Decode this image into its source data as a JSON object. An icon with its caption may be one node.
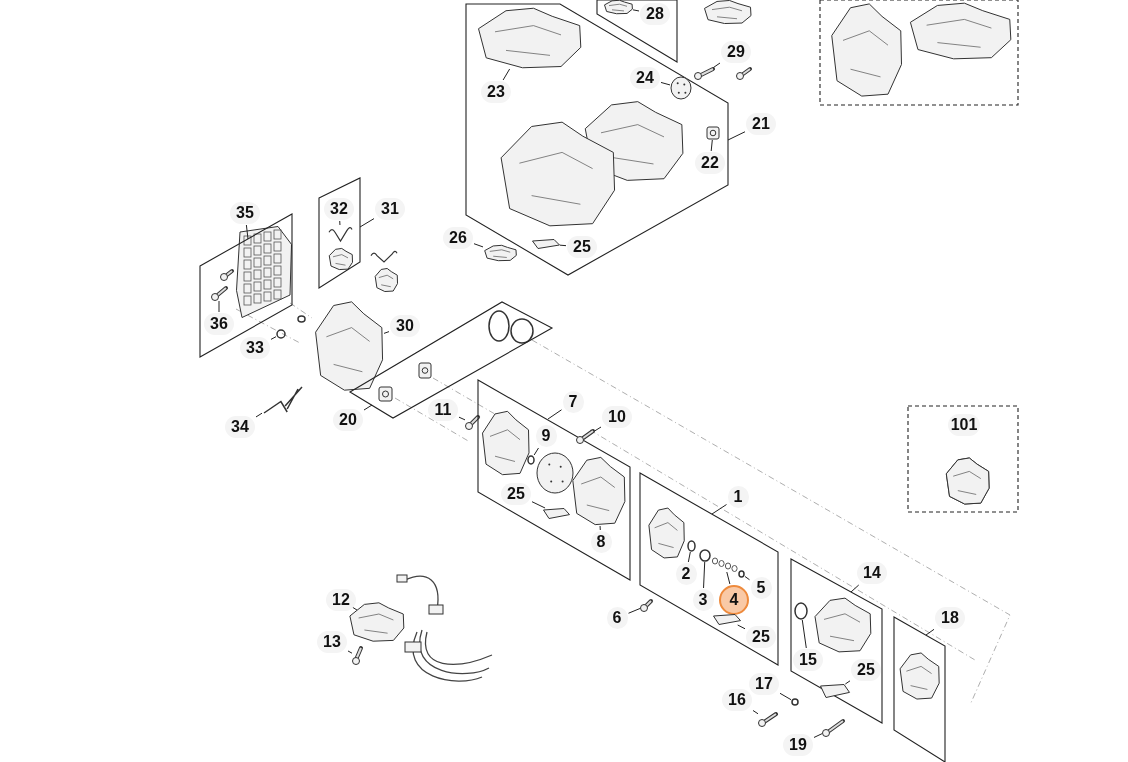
{
  "diagram": {
    "nodes": [
      {
        "text": [],
        "shape": "box"
      },
      {
        "text": [
          "28"
        ],
        "in": 0
      },
      {
        "text": [],
        "shape": "picture",
        "in": 0
      },
      {
        "text": [],
        "shape": "box"
      },
      {
        "text": [
          "23"
        ],
        "in": 3
      },
      {
        "text": [],
        "shape": "picture",
        "in": 3
      },
      {
        "text": [
          "24"
        ],
        "in": 3
      },
      {
        "text": [],
        "shape": "picture",
        "in": 3
      },
      {
        "text": [
          "29"
        ]
      },
      {
        "text": [],
        "shape": "picture"
      },
      {
        "text": [
          "21"
        ]
      },
      {
        "text": [
          "22"
        ],
        "in": 3
      },
      {
        "text": [],
        "shape": "picture",
        "in": 3
      },
      {
        "text": [
          "26"
        ]
      },
      {
        "text": [],
        "shape": "picture"
      },
      {
        "text": [
          "25"
        ],
        "in": 3
      },
      {
        "text": [],
        "shape": "picture",
        "in": 3
      },
      {
        "text": [],
        "shape": "box"
      },
      {
        "text": [],
        "shape": "box"
      },
      {
        "text": [
          "35"
        ]
      },
      {
        "text": [
          "36"
        ],
        "in": 18
      },
      {
        "text": [],
        "shape": "picture",
        "in": 18
      },
      {
        "text": [
          "33"
        ]
      },
      {
        "text": [],
        "shape": "circle"
      },
      {
        "text": [
          "34"
        ]
      },
      {
        "text": [],
        "shape": "picture"
      },
      {
        "text": [],
        "shape": "box"
      },
      {
        "text": [
          "32"
        ],
        "in": 26
      },
      {
        "text": [],
        "shape": "picture",
        "in": 26
      },
      {
        "text": [
          "31"
        ]
      },
      {
        "text": [
          "30"
        ]
      },
      {
        "text": [],
        "shape": "picture"
      },
      {
        "text": [],
        "shape": "box"
      },
      {
        "text": [
          "20"
        ]
      },
      {
        "text": [
          "11"
        ]
      },
      {
        "text": [],
        "shape": "picture"
      },
      {
        "text": [],
        "shape": "box"
      },
      {
        "text": [
          "7"
        ]
      },
      {
        "text": [
          "10"
        ]
      },
      {
        "text": [],
        "shape": "picture"
      },
      {
        "text": [
          "9"
        ],
        "in": 36
      },
      {
        "text": [],
        "shape": "circle",
        "in": 36
      },
      {
        "text": [
          "25"
        ],
        "in": 36
      },
      {
        "text": [],
        "shape": "picture",
        "in": 36
      },
      {
        "text": [
          "8"
        ],
        "in": 36
      },
      {
        "text": [],
        "shape": "picture",
        "in": 36
      },
      {
        "text": [
          "101"
        ]
      },
      {
        "text": [],
        "shape": "box"
      },
      {
        "text": [
          "1"
        ]
      },
      {
        "text": [
          "2"
        ],
        "in": 47
      },
      {
        "text": [],
        "shape": "circle",
        "in": 47
      },
      {
        "text": [
          "3"
        ],
        "in": 47
      },
      {
        "text": [],
        "shape": "circle",
        "in": 47
      },
      {
        "text": [
          "4"
        ],
        "in": 47
      },
      {
        "text": [],
        "shape": "picture",
        "in": 47
      },
      {
        "text": [
          "5"
        ],
        "in": 47
      },
      {
        "text": [],
        "shape": "circle",
        "in": 47
      },
      {
        "text": [
          "25"
        ],
        "in": 47
      },
      {
        "text": [],
        "shape": "picture",
        "in": 47
      },
      {
        "text": [
          "6"
        ]
      },
      {
        "text": [],
        "shape": "picture"
      },
      {
        "text": [
          "12"
        ]
      },
      {
        "text": [],
        "shape": "picture"
      },
      {
        "text": [
          "13"
        ]
      },
      {
        "text": [],
        "shape": "picture"
      },
      {
        "text": [],
        "shape": "box"
      },
      {
        "text": [
          "14"
        ]
      },
      {
        "text": [
          "15"
        ],
        "in": 65
      },
      {
        "text": [],
        "shape": "circle",
        "in": 65
      },
      {
        "text": [
          "25"
        ],
        "in": 65
      },
      {
        "text": [],
        "shape": "picture",
        "in": 65
      },
      {
        "text": [
          "17"
        ]
      },
      {
        "text": [],
        "shape": "circle"
      },
      {
        "text": [
          "16"
        ]
      },
      {
        "text": [],
        "shape": "picture"
      },
      {
        "text": [],
        "shape": "box"
      },
      {
        "text": [
          "18"
        ]
      },
      {
        "text": [
          "19"
        ]
      },
      {
        "text": [],
        "shape": "picture"
      }
    ],
    "edges": [
      {
        "from": 1,
        "to": 2,
        "arrow": "none"
      },
      {
        "from": 4,
        "to": 5,
        "arrow": "none"
      },
      {
        "from": 6,
        "to": 7,
        "arrow": "none"
      },
      {
        "from": 8,
        "to": 9,
        "arrow": "none"
      },
      {
        "from": 10,
        "to": 3,
        "arrow": "none"
      },
      {
        "from": 11,
        "to": 12,
        "arrow": "none"
      },
      {
        "from": 13,
        "to": 14,
        "arrow": "none"
      },
      {
        "from": 15,
        "to": 16,
        "arrow": "none"
      },
      {
        "from": 19,
        "to": 18,
        "arrow": "none"
      },
      {
        "from": 20,
        "to": 21,
        "arrow": "none"
      },
      {
        "from": 22,
        "to": 23,
        "arrow": "none"
      },
      {
        "from": 24,
        "to": 25,
        "arrow": "none"
      },
      {
        "from": 27,
        "to": 28,
        "arrow": "none"
      },
      {
        "from": 29,
        "to": 26,
        "arrow": "none"
      },
      {
        "from": 30,
        "to": 31,
        "arrow": "none"
      },
      {
        "from": 33,
        "to": 32,
        "arrow": "none"
      },
      {
        "from": 34,
        "to": 35,
        "arrow": "none"
      },
      {
        "from": 37,
        "to": 36,
        "arrow": "none"
      },
      {
        "from": 38,
        "to": 39,
        "arrow": "none"
      },
      {
        "from": 40,
        "to": 41,
        "arrow": "none"
      },
      {
        "from": 42,
        "to": 43,
        "arrow": "none"
      },
      {
        "from": 44,
        "to": 45,
        "arrow": "none"
      },
      {
        "from": 48,
        "to": 47,
        "arrow": "none"
      },
      {
        "from": 49,
        "to": 50,
        "arrow": "none"
      },
      {
        "from": 51,
        "to": 52,
        "arrow": "none"
      },
      {
        "from": 53,
        "to": 54,
        "arrow": "none"
      },
      {
        "from": 55,
        "to": 56,
        "arrow": "none"
      },
      {
        "from": 57,
        "to": 58,
        "arrow": "none"
      },
      {
        "from": 59,
        "to": 60,
        "arrow": "none"
      },
      {
        "from": 61,
        "to": 62,
        "arrow": "none"
      },
      {
        "from": 63,
        "to": 64,
        "arrow": "none"
      },
      {
        "from": 66,
        "to": 65,
        "arrow": "none"
      },
      {
        "from": 67,
        "to": 68,
        "arrow": "none"
      },
      {
        "from": 69,
        "to": 70,
        "arrow": "none"
      },
      {
        "from": 71,
        "to": 72,
        "arrow": "none"
      },
      {
        "from": 73,
        "to": 74,
        "arrow": "none"
      },
      {
        "from": 76,
        "to": 75,
        "arrow": "none"
      },
      {
        "from": 77,
        "to": 78,
        "arrow": "none"
      }
    ]
  }
}
